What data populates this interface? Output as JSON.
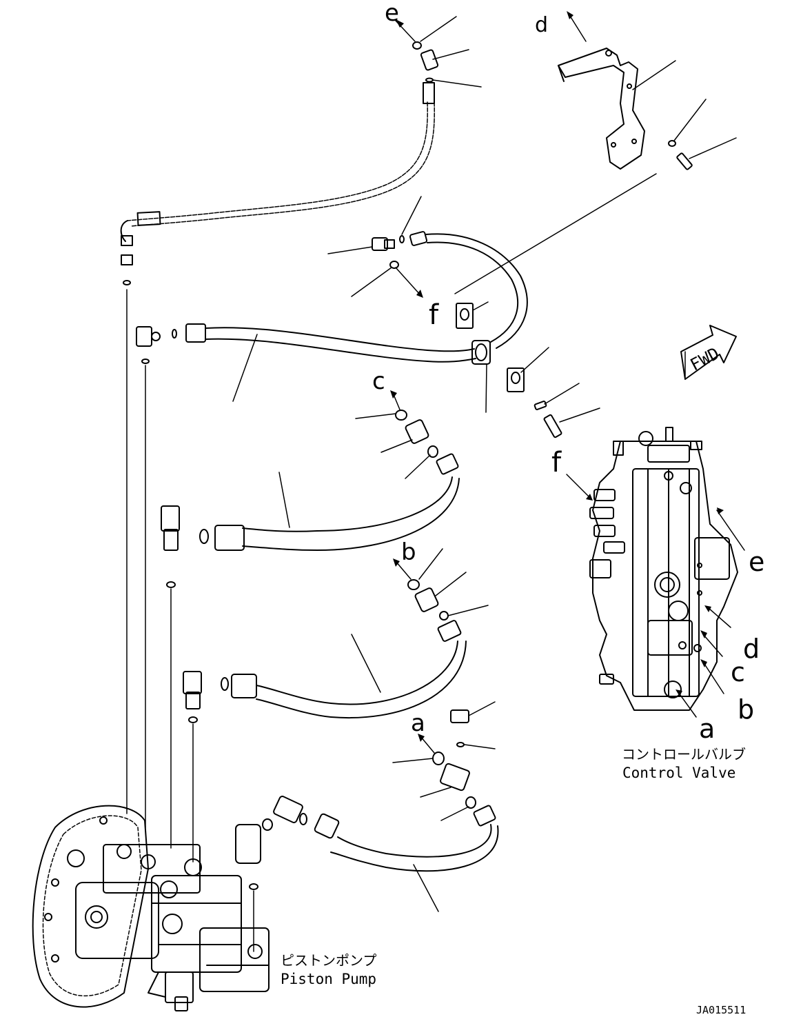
{
  "callouts": {
    "a_pump": "a",
    "b_pump": "b",
    "c_pump": "c",
    "d_top": "d",
    "e_top": "e",
    "f_mid": "f",
    "f_valve": "f",
    "e_valve": "e",
    "d_valve": "d",
    "c_valve": "c",
    "b_valve": "b",
    "a_valve": "a"
  },
  "fwd_label": "FWD",
  "control_valve": {
    "jp": "コントロールバルブ",
    "en": "Control Valve"
  },
  "piston_pump": {
    "jp": "ピストンポンプ",
    "en": "Piston Pump"
  },
  "figure_id": "JA015511",
  "colors": {
    "line": "#000000",
    "background": "#ffffff"
  }
}
